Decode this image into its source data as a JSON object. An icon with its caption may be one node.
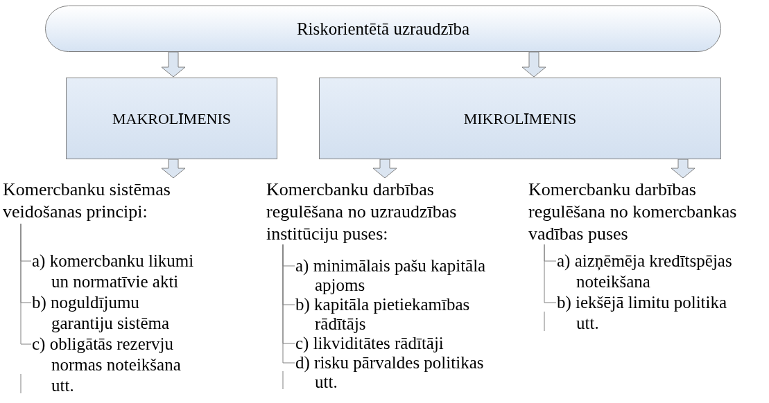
{
  "diagram": {
    "nodes": [
      {
        "text": [
          "Riskorientētā uzraudzība"
        ]
      },
      {
        "text": [
          "MAKROLĪMENIS"
        ]
      },
      {
        "text": [
          "MIKROLĪMENIS"
        ]
      },
      {
        "text": [
          "Komercbanku sistēmas veidošanas principi:"
        ]
      },
      {
        "text": [
          "a) komercbanku likumi un normatīvie akti"
        ]
      },
      {
        "text": [
          "b) noguldījumu garantiju sistēma"
        ]
      },
      {
        "text": [
          "c) obligātās rezervju normas noteikšana"
        ]
      },
      {
        "text": [
          "Komercbanku darbības regulēšana no uzraudzības institūciju puses:"
        ]
      },
      {
        "text": [
          "a) minimālais pašu kapitāla apjoms"
        ]
      },
      {
        "text": [
          "b) kapitāla pietiekamības rādītājs"
        ]
      },
      {
        "text": [
          "c) likviditātes rādītāji"
        ]
      },
      {
        "text": [
          "d) risku pārvaldes politikas"
        ]
      },
      {
        "text": [
          "Komercbanku darbības regulēšana no komercbankas vadības puses"
        ]
      },
      {
        "text": [
          "a) aizņēmēja kredītspējas noteikšana"
        ]
      },
      {
        "text": [
          "b) iekšējā limitu politika"
        ]
      }
    ],
    "edges": [
      {
        "from": 0,
        "to": 1,
        "arrow": "to"
      },
      {
        "from": 0,
        "to": 2,
        "arrow": "to"
      },
      {
        "from": 1,
        "to": 3,
        "arrow": "to"
      },
      {
        "from": 2,
        "to": 7,
        "arrow": "to"
      },
      {
        "from": 2,
        "to": 12,
        "arrow": "to"
      },
      {
        "from": 3,
        "to": 4,
        "arrow": "none"
      },
      {
        "from": 3,
        "to": 5,
        "arrow": "none"
      },
      {
        "from": 3,
        "to": 6,
        "arrow": "none"
      },
      {
        "from": 7,
        "to": 8,
        "arrow": "none"
      },
      {
        "from": 7,
        "to": 9,
        "arrow": "none"
      },
      {
        "from": 7,
        "to": 10,
        "arrow": "none"
      },
      {
        "from": 7,
        "to": 11,
        "arrow": "none"
      },
      {
        "from": 12,
        "to": 13,
        "arrow": "none"
      },
      {
        "from": 12,
        "to": 14,
        "arrow": "none"
      }
    ],
    "labels": [
      "utt.",
      "utt.",
      "utt."
    ]
  }
}
